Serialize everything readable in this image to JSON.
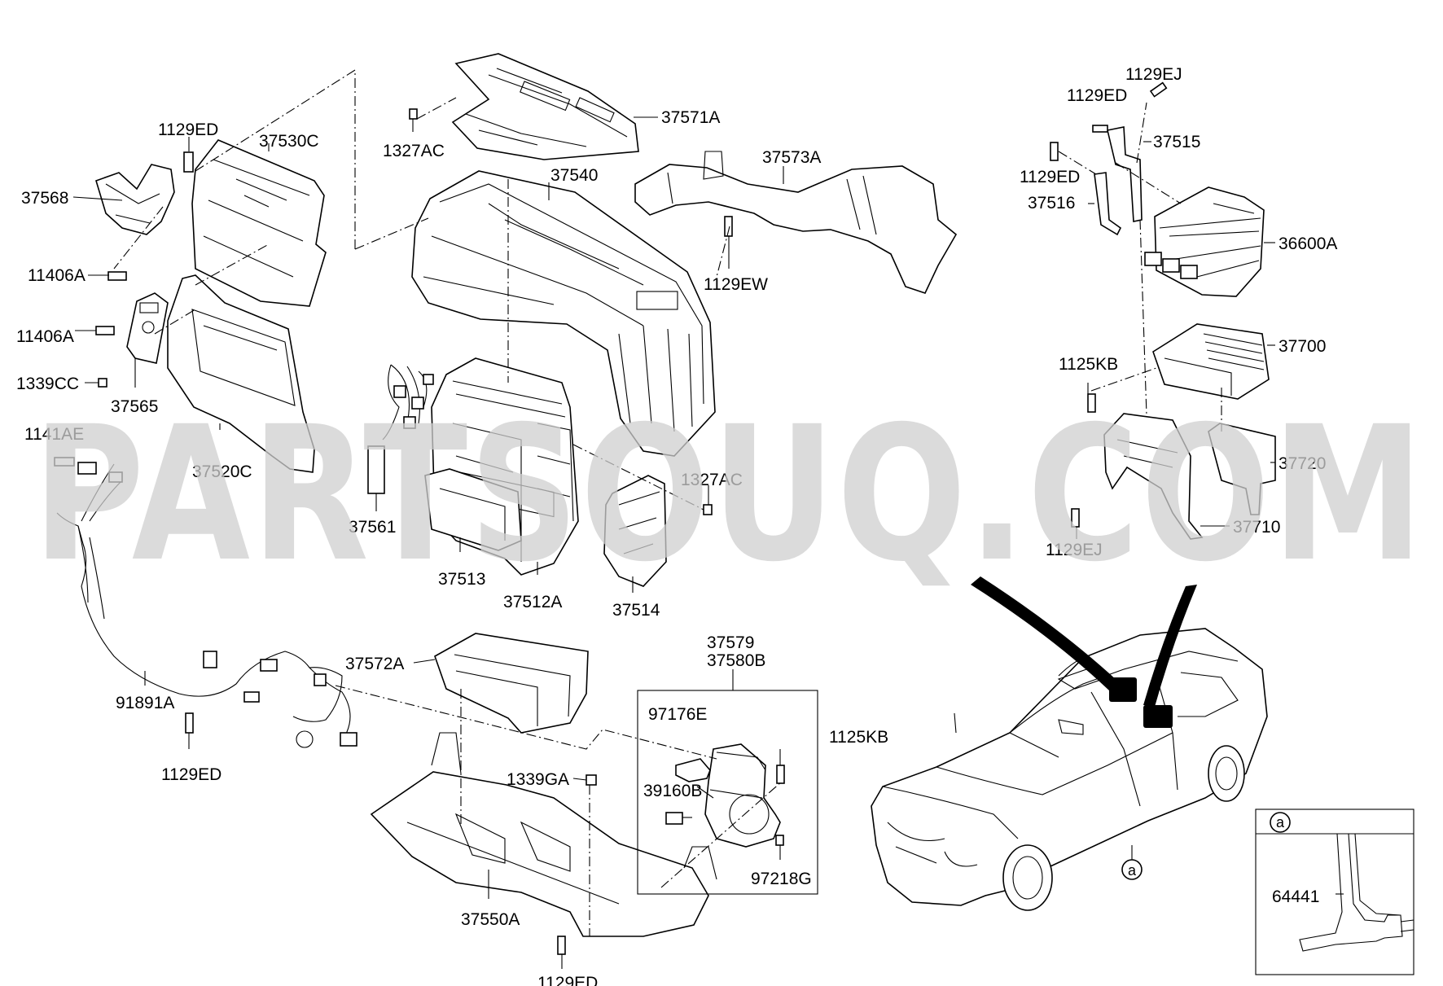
{
  "watermark": "PARTSOUQ.COM",
  "callouts": {
    "c37571A": "37571A",
    "c1327AC_top": "1327AC",
    "c1129ED_1": "1129ED",
    "c37530C": "37530C",
    "c37568": "37568",
    "c11406A_1": "11406A",
    "c11406A_2": "11406A",
    "c1339CC": "1339CC",
    "c37565": "37565",
    "c37520C": "37520C",
    "c1141AE": "1141AE",
    "c37540": "37540",
    "c37573A": "37573A",
    "c1129EW": "1129EW",
    "c37561": "37561",
    "c37513": "37513",
    "c37512A": "37512A",
    "c1327AC_mid": "1327AC",
    "c37514": "37514",
    "c1129EJ_top": "1129EJ",
    "c1129ED_r1": "1129ED",
    "c37515": "37515",
    "c1129ED_r2": "1129ED",
    "c37516": "37516",
    "c36600A": "36600A",
    "c1125KB_r": "1125KB",
    "c37700": "37700",
    "c37720": "37720",
    "c37710": "37710",
    "c1129EJ_bot": "1129EJ",
    "c91891A": "91891A",
    "c1129ED_2": "1129ED",
    "c37572A": "37572A",
    "c37579": "37579",
    "c37580B": "37580B",
    "c97176E": "97176E",
    "c1125KB_b": "1125KB",
    "c1339GA": "1339GA",
    "c39160B": "39160B",
    "c97218G": "97218G",
    "c37550A": "37550A",
    "c1129ED_3": "1129ED",
    "c64441": "64441",
    "ref_a_car": "a",
    "ref_a_box": "a"
  }
}
